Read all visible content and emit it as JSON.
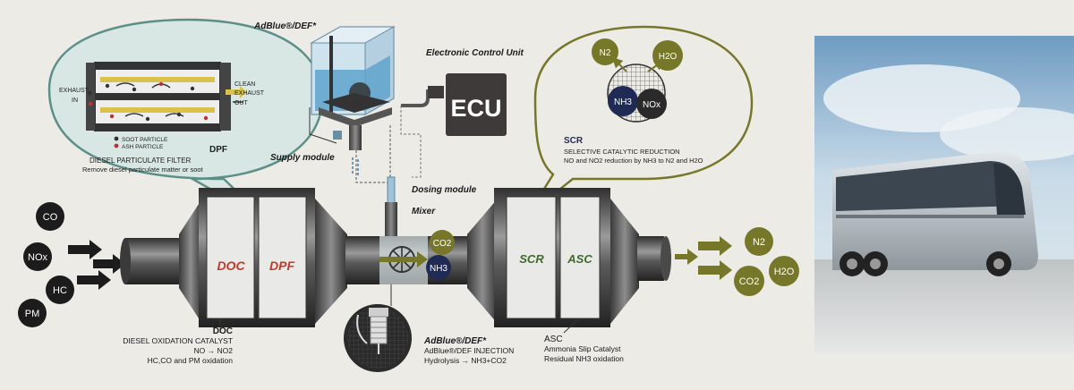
{
  "dpf_bubble": {
    "exhaust_in": [
      "EXHAUST",
      "IN"
    ],
    "clean_out": [
      "CLEAN",
      "EXHAUST",
      "OUT"
    ],
    "soot": "SOOT PARTICLE",
    "ash": "ASH PARTICLE",
    "title": "DPF",
    "desc1": "DIESEL PARTICULATE FILTER",
    "desc2": "Remove diesel particulate matter or soot"
  },
  "top_labels": {
    "adblue": "AdBlue®/DEF*",
    "ecu_caption": "Electronic Control Unit",
    "ecu_text": "ECU",
    "supply": "Supply module",
    "dosing": "Dosing module",
    "mixer": "Mixer"
  },
  "scr_bubble": {
    "n2": "N2",
    "h2o": "H2O",
    "nh3": "NH3",
    "nox": "NOx",
    "title": "SCR",
    "desc1": "SELECTIVE CATALYTIC REDUCTION",
    "desc2": "NO and NO2 reduction by NH3 to N2 and H2O"
  },
  "inputs": [
    "CO",
    "NOx",
    "HC",
    "PM"
  ],
  "chambers": {
    "doc": "DOC",
    "dpf": "DPF",
    "scr": "SCR",
    "asc": "ASC"
  },
  "mixer_gases": {
    "co2": "CO2",
    "nh3": "NH3"
  },
  "outputs": {
    "n2": "N2",
    "co2": "CO2",
    "h2o": "H2O"
  },
  "doc_caption": {
    "title": "DOC",
    "l1": "DIESEL OXIDATION CATALYST",
    "l2": "NO → NO2",
    "l3": "HC,CO and PM oxidation"
  },
  "injection_caption": {
    "title": "AdBlue®/DEF*",
    "l1": "AdBlue®/DEF INJECTION",
    "l2": "Hydrolysis → NH3+CO2"
  },
  "asc_caption": {
    "title": "ASC",
    "l1": "Ammonia Slip Catalyst",
    "l2": "Residual NH3 oxidation"
  },
  "colors": {
    "olive": "#77772a",
    "navy": "#1f2a55",
    "doc_red": "#c0392b",
    "scr_green": "#3f6a2a",
    "bubble_fill": "#d8e7e3",
    "bubble_stroke": "#5c8f88",
    "ecu_fill": "#3d3a39"
  }
}
